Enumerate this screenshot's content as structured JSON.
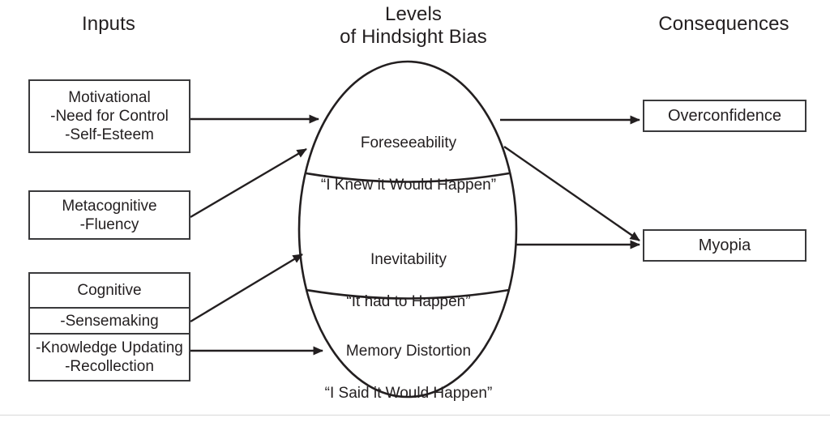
{
  "figure": {
    "title": "Levels of Hindsight Bias",
    "background_color": "#ffffff",
    "line_color": "#3a3a3c",
    "text_color": "#231f20"
  },
  "headings": {
    "inputs": "Inputs",
    "levels": "Levels\nof Hindsight Bias",
    "consequences": "Consequences"
  },
  "inputs": [
    {
      "id": "motivational",
      "cells": [
        "Motivational\n-Need for Control\n-Self-Esteem"
      ]
    },
    {
      "id": "metacognitive",
      "cells": [
        "Metacognitive\n-Fluency"
      ]
    },
    {
      "id": "cognitive",
      "cells": [
        "Cognitive",
        "-Sensemaking",
        "-Knowledge Updating\n-Recollection"
      ]
    }
  ],
  "levels": [
    {
      "id": "foreseeability",
      "name": "Foreseeability",
      "quote": "“I Knew it Would Happen”"
    },
    {
      "id": "inevitability",
      "name": "Inevitability",
      "quote": "“It had to Happen”"
    },
    {
      "id": "memory-distortion",
      "name": "Memory Distortion",
      "quote": "“I Said it Would Happen”"
    }
  ],
  "consequences": [
    {
      "id": "overconfidence",
      "label": "Overconfidence"
    },
    {
      "id": "myopia",
      "label": "Myopia"
    }
  ],
  "arrows": [
    {
      "id": "motivational-to-foreseeability",
      "from": "motivational",
      "to": "foreseeability"
    },
    {
      "id": "metacognitive-to-foreseeability",
      "from": "metacognitive",
      "to": "foreseeability"
    },
    {
      "id": "sensemaking-to-inevitability",
      "from": "cognitive-sensemaking",
      "to": "inevitability"
    },
    {
      "id": "knowledge-to-memory-distortion",
      "from": "cognitive-knowledge",
      "to": "memory-distortion"
    },
    {
      "id": "foreseeability-to-overconfidence",
      "from": "foreseeability",
      "to": "overconfidence"
    },
    {
      "id": "foreseeability-to-myopia",
      "from": "foreseeability",
      "to": "myopia"
    },
    {
      "id": "inevitability-to-myopia",
      "from": "inevitability",
      "to": "myopia"
    }
  ]
}
